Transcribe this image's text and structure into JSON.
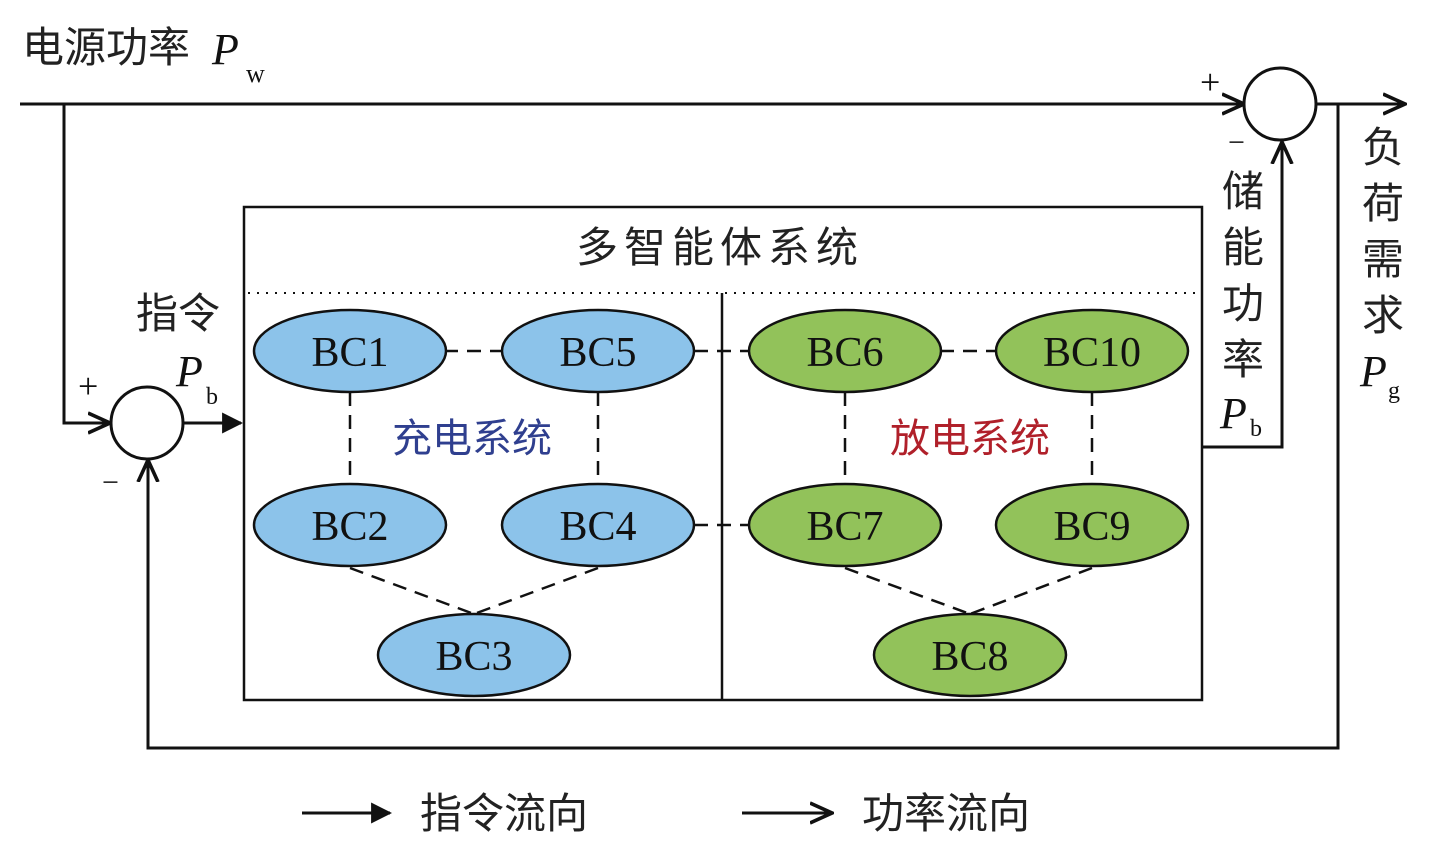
{
  "source_power": {
    "label": "电源功率",
    "symbol": "P",
    "sub": "w"
  },
  "load_demand": {
    "label_chars": [
      "负",
      "荷",
      "需",
      "求"
    ],
    "symbol": "P",
    "sub": "g"
  },
  "storage_power": {
    "label_chars": [
      "储",
      "能",
      "功",
      "率"
    ],
    "symbol": "P",
    "sub": "b"
  },
  "command": {
    "label": "指令",
    "symbol": "P",
    "sub": "b"
  },
  "signs": {
    "plus": "+",
    "minus": "−"
  },
  "mas_title": "多智能体系统",
  "charging": {
    "label": "充电系统",
    "color": "#2f3f8f",
    "fill": "#8cc3ea",
    "nodes": [
      "BC1",
      "BC5",
      "BC2",
      "BC4",
      "BC3"
    ]
  },
  "discharging": {
    "label": "放电系统",
    "color": "#b0202a",
    "fill": "#92c25a",
    "nodes": [
      "BC6",
      "BC10",
      "BC7",
      "BC9",
      "BC8"
    ]
  },
  "legend": {
    "command_flow": "指令流向",
    "power_flow": "功率流向"
  }
}
